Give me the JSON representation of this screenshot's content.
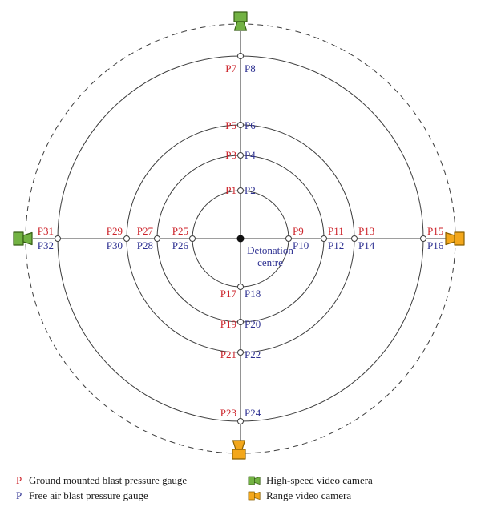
{
  "colors": {
    "red": "#cc2229",
    "blue": "#2e3192",
    "line": "#3d3d3d",
    "text": "#1a1a1a",
    "green_fill": "#72b243",
    "green_stroke": "#365e14",
    "orange_fill": "#f3a71b",
    "orange_stroke": "#8a6000"
  },
  "center": {
    "label_line1": "Detonation",
    "label_line2": "centre"
  },
  "gauges": {
    "pair_7_8": {
      "red": "P7",
      "blue": "P8"
    },
    "pair_5_6": {
      "red": "P5",
      "blue": "P6"
    },
    "pair_3_4": {
      "red": "P3",
      "blue": "P4"
    },
    "pair_1_2": {
      "red": "P1",
      "blue": "P2"
    },
    "pair_17_18": {
      "red": "P17",
      "blue": "P18"
    },
    "pair_19_20": {
      "red": "P19",
      "blue": "P20"
    },
    "pair_21_22": {
      "red": "P21",
      "blue": "P22"
    },
    "pair_23_24": {
      "red": "P23",
      "blue": "P24"
    },
    "pair_31_32": {
      "red": "P31",
      "blue": "P32"
    },
    "pair_29_30": {
      "red": "P29",
      "blue": "P30"
    },
    "pair_27_28": {
      "red": "P27",
      "blue": "P28"
    },
    "pair_25_26": {
      "red": "P25",
      "blue": "P26"
    },
    "pair_9_10": {
      "red": "P9",
      "blue": "P10"
    },
    "pair_11_12": {
      "red": "P11",
      "blue": "P12"
    },
    "pair_13_14": {
      "red": "P13",
      "blue": "P14"
    },
    "pair_15_16": {
      "red": "P15",
      "blue": "P16"
    }
  },
  "legend": {
    "ground_symbol": "P",
    "ground_label": "Ground mounted blast pressure gauge",
    "free_symbol": "P",
    "free_label": "Free air blast pressure gauge",
    "highspeed_label": "High-speed video camera",
    "range_label": "Range video camera"
  }
}
